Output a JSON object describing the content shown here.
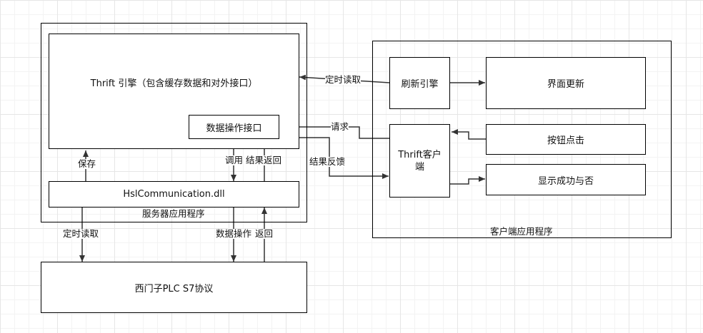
{
  "server": {
    "container_label": "服务器应用程序",
    "thrift_engine": "Thrift 引擎（包含缓存数据和对外接口）",
    "data_interface": "数据操作接口",
    "hsl": "HslCommunication.dll",
    "lbl_save": "保存",
    "lbl_call": "调用",
    "lbl_result_return": "结果返回"
  },
  "plc": {
    "box": "西门子PLC S7协议",
    "lbl_timed_read": "定时读取",
    "lbl_data_op": "数据操作",
    "lbl_return": "返回"
  },
  "client": {
    "container_label": "客户端应用程序",
    "refresh_engine": "刷新引擎",
    "ui_update": "界面更新",
    "thrift_client": "Thrift客户端",
    "button_click": "按钮点击",
    "show_result": "显示成功与否"
  },
  "links": {
    "timed_read": "定时读取",
    "request": "请求",
    "result_feedback": "结果反馈"
  }
}
